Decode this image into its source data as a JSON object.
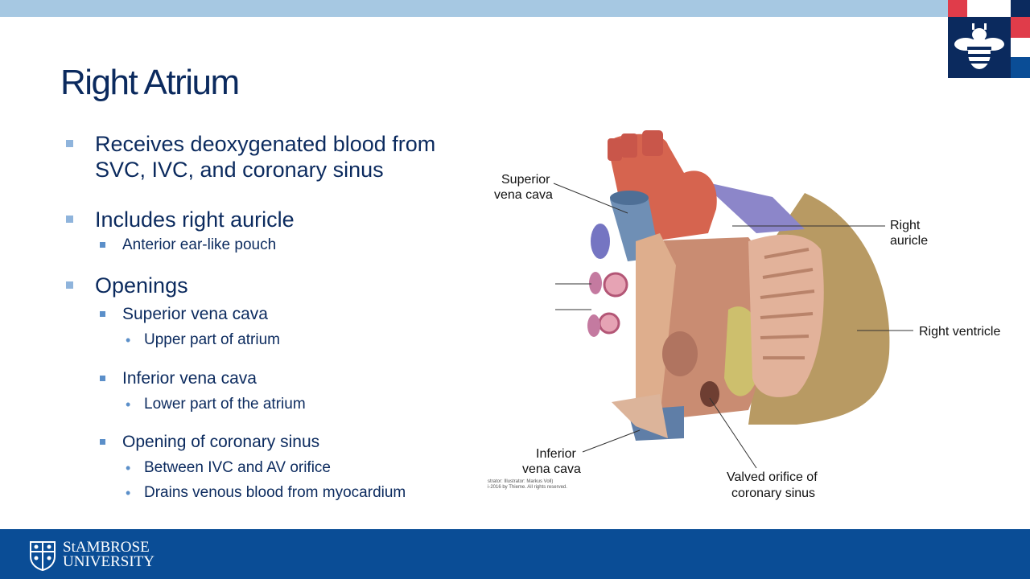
{
  "slide": {
    "title": "Right Atrium",
    "bullets": {
      "b1_line1": "Receives deoxygenated blood from",
      "b1_line2": "SVC, IVC, and coronary sinus",
      "b2": "Includes right auricle",
      "b2_sub": "Anterior ear-like pouch",
      "b3": "Openings",
      "svc": "Superior vena cava",
      "svc_detail": "Upper part of atrium",
      "ivc": "Inferior vena cava",
      "ivc_detail": "Lower part of the atrium",
      "cs": "Opening of coronary sinus",
      "cs_detail1": "Between IVC and AV orifice",
      "cs_detail2": "Drains venous blood from myocardium"
    }
  },
  "figure": {
    "label_svc_1": "Superior",
    "label_svc_2": "vena cava",
    "label_auricle_1": "Right",
    "label_auricle_2": "auricle",
    "label_ventricle": "Right ventricle",
    "label_ivc_1": "Inferior",
    "label_ivc_2": "vena cava",
    "label_valve_1": "Valved orifice of",
    "label_valve_2": "coronary sinus",
    "credit_1": "strator: Illustrator: Markus Voll)",
    "credit_2": "i-2016 by Thieme. All rights reserved."
  },
  "footer": {
    "university_line1": "StAMBROSE",
    "university_line2": "UNIVERSITY"
  },
  "colors": {
    "top_bar": "#a6c8e2",
    "title_text": "#0b2a5e",
    "footer": "#0a4d96",
    "bullet_marker": "#8fb4dc",
    "logo_navy": "#0b2a5e",
    "logo_red": "#e03c4a"
  }
}
